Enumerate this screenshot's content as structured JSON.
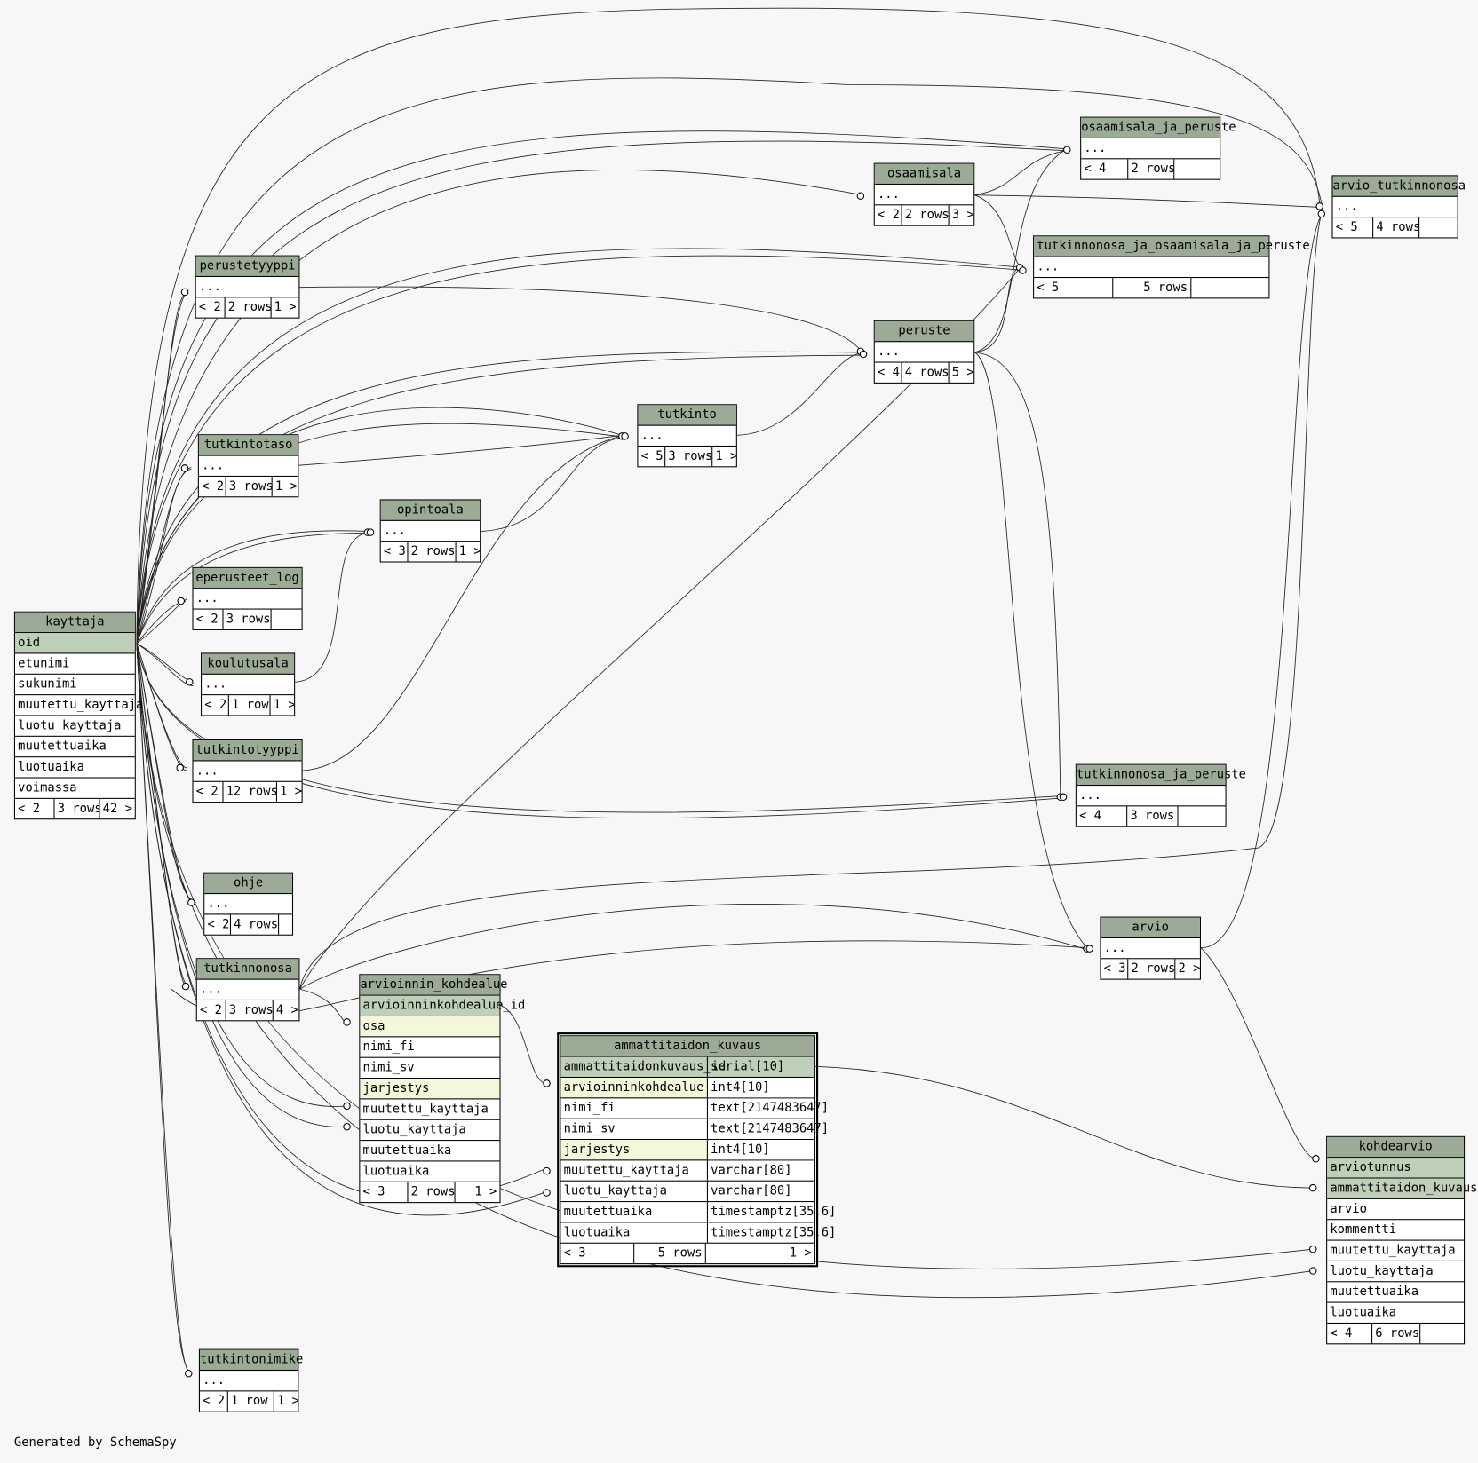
{
  "credit": "Generated by SchemaSpy",
  "tables": {
    "kayttaja": {
      "name": "kayttaja",
      "columns": [
        "oid",
        "etunimi",
        "sukunimi",
        "muutettu_kayttaja",
        "luotu_kayttaja",
        "muutettuaika",
        "luotuaika",
        "voimassa"
      ],
      "footer": [
        "< 2",
        "3 rows",
        "42 >"
      ]
    },
    "perustetyyppi": {
      "name": "perustetyyppi",
      "row": "...",
      "footer": [
        "< 2",
        "2 rows",
        "1 >"
      ]
    },
    "tutkintotaso": {
      "name": "tutkintotaso",
      "row": "...",
      "footer": [
        "< 2",
        "3 rows",
        "1 >"
      ]
    },
    "opintoala": {
      "name": "opintoala",
      "row": "...",
      "footer": [
        "< 3",
        "2 rows",
        "1 >"
      ]
    },
    "eperusteet_log": {
      "name": "eperusteet_log",
      "row": "...",
      "footer": [
        "< 2",
        "3 rows",
        ""
      ]
    },
    "koulutusala": {
      "name": "koulutusala",
      "row": "...",
      "footer": [
        "< 2",
        "1 row",
        "1 >"
      ]
    },
    "tutkintotyyppi": {
      "name": "tutkintotyyppi",
      "row": "...",
      "footer": [
        "< 2",
        "12 rows",
        "1 >"
      ]
    },
    "ohje": {
      "name": "ohje",
      "row": "...",
      "footer": [
        "< 2",
        "4 rows",
        ""
      ]
    },
    "tutkinnonosa": {
      "name": "tutkinnonosa",
      "row": "...",
      "footer": [
        "< 2",
        "3 rows",
        "4 >"
      ]
    },
    "tutkintonimike": {
      "name": "tutkintonimike",
      "row": "...",
      "footer": [
        "< 2",
        "1 row",
        "1 >"
      ]
    },
    "tutkinto": {
      "name": "tutkinto",
      "row": "...",
      "footer": [
        "< 5",
        "3 rows",
        "1 >"
      ]
    },
    "osaamisala": {
      "name": "osaamisala",
      "row": "...",
      "footer": [
        "< 2",
        "2 rows",
        "3 >"
      ]
    },
    "peruste": {
      "name": "peruste",
      "row": "...",
      "footer": [
        "< 4",
        "4 rows",
        "5 >"
      ]
    },
    "osaamisala_ja_peruste": {
      "name": "osaamisala_ja_peruste",
      "row": "...",
      "footer": [
        "< 4",
        "2 rows",
        ""
      ]
    },
    "tutkinnonosa_ja_osaamisala_ja_peruste": {
      "name": "tutkinnonosa_ja_osaamisala_ja_peruste",
      "row": "...",
      "footer": [
        "< 5",
        "5 rows",
        ""
      ]
    },
    "arvio_tutkinnonosa": {
      "name": "arvio_tutkinnonosa",
      "row": "...",
      "footer": [
        "< 5",
        "4 rows",
        ""
      ]
    },
    "tutkinnonosa_ja_peruste": {
      "name": "tutkinnonosa_ja_peruste",
      "row": "...",
      "footer": [
        "< 4",
        "3 rows",
        ""
      ]
    },
    "arvio": {
      "name": "arvio",
      "row": "...",
      "footer": [
        "< 3",
        "2 rows",
        "2 >"
      ]
    },
    "arvioinnin_kohdealue": {
      "name": "arvioinnin_kohdealue",
      "columns": [
        "arvioinninkohdealue_id",
        "osa",
        "nimi_fi",
        "nimi_sv",
        "jarjestys",
        "muutettu_kayttaja",
        "luotu_kayttaja",
        "muutettuaika",
        "luotuaika"
      ],
      "footer": [
        "< 3",
        "2 rows",
        "1 >"
      ]
    },
    "ammattitaidon_kuvaus": {
      "name": "ammattitaidon_kuvaus",
      "columns": [
        "ammattitaidonkuvaus_id",
        "arvioinninkohdealue",
        "nimi_fi",
        "nimi_sv",
        "jarjestys",
        "muutettu_kayttaja",
        "luotu_kayttaja",
        "muutettuaika",
        "luotuaika"
      ],
      "types": [
        "serial[10]",
        "int4[10]",
        "text[2147483647]",
        "text[2147483647]",
        "int4[10]",
        "varchar[80]",
        "varchar[80]",
        "timestamptz[35,6]",
        "timestamptz[35,6]"
      ],
      "footer": [
        "< 3",
        "5 rows",
        "1 >"
      ]
    },
    "kohdearvio": {
      "name": "kohdearvio",
      "columns": [
        "arviotunnus",
        "ammattitaidon_kuvaus",
        "arvio",
        "kommentti",
        "muutettu_kayttaja",
        "luotu_kayttaja",
        "muutettuaika",
        "luotuaika"
      ],
      "footer": [
        "< 4",
        "6 rows",
        ""
      ]
    }
  }
}
